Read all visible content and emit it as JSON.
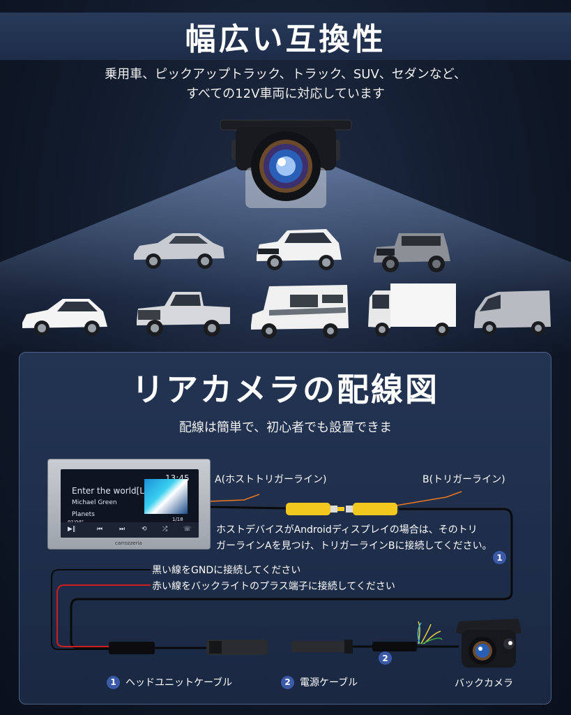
{
  "header": {
    "title": "幅広い互換性",
    "subtitle_line1": "乗用車、ピックアップトラック、トラック、SUV、セダンなど、",
    "subtitle_line2": "すべての12V車両に対応しています"
  },
  "vehicles": [
    {
      "name": "sedan",
      "color": "#c8ccd2"
    },
    {
      "name": "suv-white",
      "color": "#f2f2f2"
    },
    {
      "name": "jeep",
      "color": "#8c9096"
    },
    {
      "name": "hatchback",
      "color": "#f4f4f4"
    },
    {
      "name": "pickup-truck",
      "color": "#d6d8dc"
    },
    {
      "name": "motorhome",
      "color": "#f0f0f0"
    },
    {
      "name": "box-truck",
      "color": "#f6f6f6"
    },
    {
      "name": "van",
      "color": "#b8bcc2"
    }
  ],
  "wiring": {
    "title": "リアカメラの配線図",
    "subtitle": "配線は簡単で、初心者でも設置できま",
    "label_a": "A(ホストトリガーライン)",
    "label_b": "B(トリガーライン)",
    "note_line1": "ホストデバイスがAndroidディスプレイの場合は、そのトリ",
    "note_line2": "ガーラインAを見つけ、トリガーラインBに接続してください。",
    "black_wire": "黒い線をGNDに接続してください",
    "red_wire": "赤い線をバックライトのプラス端子に接続してください",
    "badge1": "1",
    "badge2": "2",
    "legend1": "ヘッドユニットケーブル",
    "legend2": "電源ケーブル",
    "camera_label": "バックカメラ"
  },
  "headunit": {
    "time": "13:45",
    "now_playing": "Enter the world[L]",
    "artist": "Michael Green",
    "album": "Planets",
    "elapsed": "01'04\"",
    "track": "1/18",
    "brand": "carrozzeria"
  },
  "colors": {
    "rca_yellow": "#f2c81e",
    "trigger_orange": "#f07820",
    "wire_red": "#d01e1e",
    "badge_blue": "#3a5aa8"
  }
}
